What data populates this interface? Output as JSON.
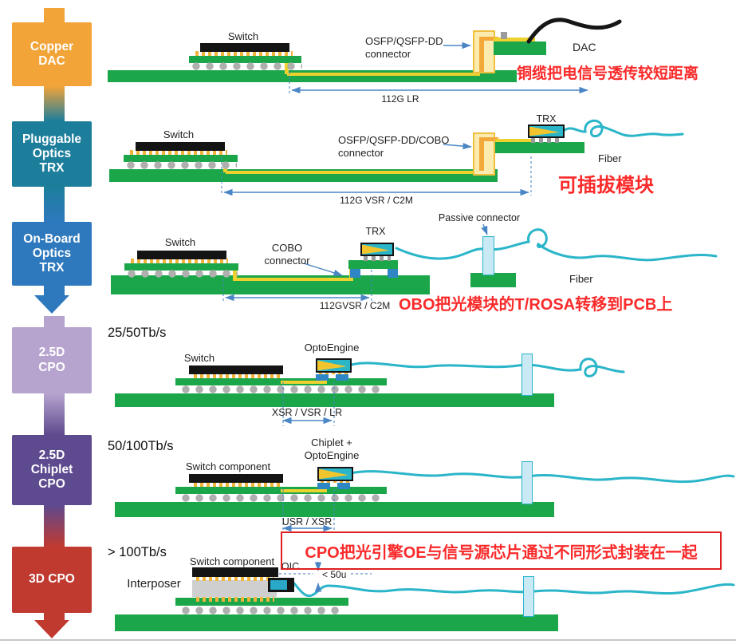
{
  "sidebar": {
    "stages": [
      {
        "label": "Copper\nDAC",
        "color": "#F2A438"
      },
      {
        "label": "Pluggable\nOptics\nTRX",
        "color": "#1D7E9C"
      },
      {
        "label": "On-Board\nOptics\nTRX",
        "color": "#2E79BD"
      },
      {
        "label": "2.5D\nCPO",
        "color": "#B6A4CF"
      },
      {
        "label": "2.5D\nChiplet\nCPO",
        "color": "#5E4A8E"
      },
      {
        "label": "3D CPO",
        "color": "#C03A30"
      }
    ]
  },
  "colors": {
    "pcb_green": "#1CA64A",
    "fiber_teal": "#2AB5C9",
    "trace_yellow": "#EDD12F",
    "annotation_red": "#FA2A2A",
    "dimension_blue": "#4A86C5"
  },
  "rows": {
    "copper_dac": {
      "switch": "Switch",
      "connector": "OSFP/QSFP-DD\nconnector",
      "cable": "DAC",
      "link": "112G LR",
      "annotation": "铜缆把电信号透传较短距离"
    },
    "pluggable": {
      "switch": "Switch",
      "connector": "OSFP/QSFP-DD/COBO\nconnector",
      "module": "TRX",
      "fiber": "Fiber",
      "link": "112G VSR / C2M",
      "annotation": "可插拔模块"
    },
    "onboard": {
      "switch": "Switch",
      "connector": "COBO\nconnector",
      "module": "TRX",
      "passive": "Passive connector",
      "fiber": "Fiber",
      "link": "112GVSR / C2M",
      "annotation": "OBO把光模块的T/ROSA转移到PCB上"
    },
    "cpo25d": {
      "capacity": "25/50Tb/s",
      "switch": "Switch",
      "module": "OptoEngine",
      "link": "XSR / VSR / LR"
    },
    "chiplet": {
      "capacity": "50/100Tb/s",
      "switch": "Switch component",
      "module": "Chiplet +\nOptoEngine",
      "link": "USR / XSR"
    },
    "cpo3d": {
      "capacity": "> 100Tb/s",
      "switch": "Switch component",
      "interposer": "Interposer",
      "module": "OIC",
      "gap": "< 50u",
      "annotation": "CPO把光引擎OE与信号源芯片通过不同形式封装在一起"
    }
  }
}
